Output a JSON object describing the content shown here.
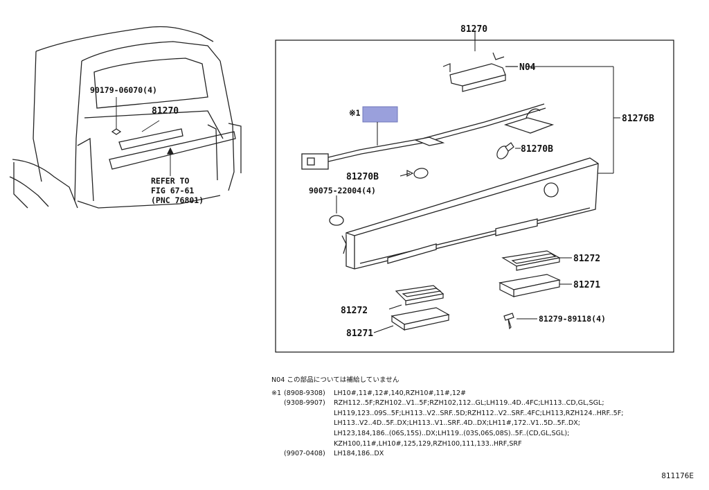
{
  "left_view": {
    "labels": {
      "part_90179": "90179-06070(4)",
      "part_81270": "81270",
      "refer_to": "REFER TO",
      "fig": "FIG 67-61",
      "pnc": "(PNC 76801)"
    }
  },
  "right_view": {
    "labels": {
      "top_81270": "81270",
      "n04": "N04",
      "p81276B": "81276B",
      "note_mark": "※1",
      "p81270B_right": "81270B",
      "p81270B_left": "81270B",
      "p90075": "90075-22004(4)",
      "p81272_right": "81272",
      "p81271_right": "81271",
      "p81272_left": "81272",
      "p81271_left": "81271",
      "p81279": "81279-89118(4)"
    }
  },
  "notes": {
    "n04_line": "N04  この部品については補給していません",
    "rows": [
      {
        "mark": "※1",
        "range": "(8908-9308)",
        "text": "LH10#,11#,12#,140,RZH10#,11#,12#"
      },
      {
        "mark": "",
        "range": "(9308-9907)",
        "text": "RZH112..5F;RZH102..V1..5F;RZH102,112..GL;LH119..4D..4FC;LH113..CD,GL,SGL;"
      },
      {
        "mark": "",
        "range": "",
        "text": "LH119,123..09S..5F;LH113..V2..SRF..5D;RZH112..V2..SRF..4FC;LH113,RZH124..HRF..5F;"
      },
      {
        "mark": "",
        "range": "",
        "text": "LH113..V2..4D..5F..DX;LH113..V1..SRF..4D..DX;LH11#,172..V1..5D..5F..DX;"
      },
      {
        "mark": "",
        "range": "",
        "text": "LH123,184,186..(06S,15S)..DX;LH119..(03S,06S,08S)..5F..(CD,GL,SGL);"
      },
      {
        "mark": "",
        "range": "",
        "text": "KZH100,11#,LH10#,125,129,RZH100,111,133..HRF,SRF"
      },
      {
        "mark": "",
        "range": "(9907-0408)",
        "text": "LH184,186..DX"
      }
    ]
  },
  "figure_id": "811176E"
}
